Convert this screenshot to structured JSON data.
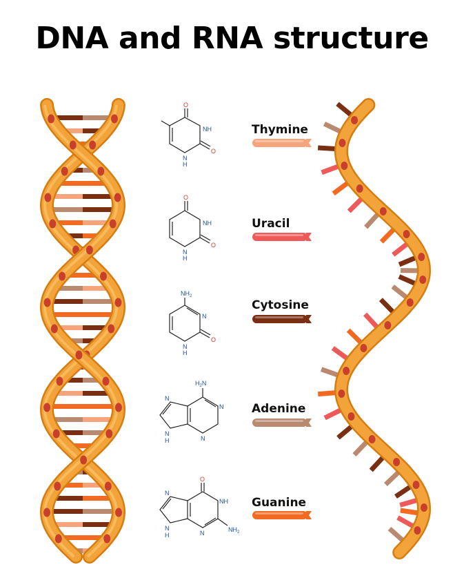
{
  "title": "DNA and RNA structure",
  "colors": {
    "backbone": "#f2a33a",
    "backbone_dark": "#d67d12",
    "node": "#c8402c",
    "thymine": "#f5a47c",
    "uracil": "#ee5a5a",
    "cytosine": "#7a2f12",
    "adenine": "#b98970",
    "guanine": "#f26a22"
  },
  "bases": [
    {
      "name": "Thymine",
      "key": "thymine",
      "atoms": {
        "o_top": "O",
        "nh": "NH",
        "o_right": "O",
        "nbottom": "N",
        "hbottom": "H"
      }
    },
    {
      "name": "Uracil",
      "key": "uracil",
      "atoms": {
        "o_top": "O",
        "nh": "NH",
        "o_right": "O",
        "nbottom": "N",
        "hbottom": "H"
      }
    },
    {
      "name": "Cytosine",
      "key": "cytosine",
      "atoms": {
        "nh2": "NH",
        "nh2_sub": "2",
        "n_right": "N",
        "o_right": "O",
        "nbottom": "N",
        "hbottom": "H"
      }
    },
    {
      "name": "Adenine",
      "key": "adenine",
      "atoms": {
        "h2n": "H",
        "h2n_sub": "2",
        "h2n_n": "N",
        "n1": "N",
        "n3": "N",
        "n7": "N",
        "n9": "N",
        "h9": "H"
      }
    },
    {
      "name": "Guanine",
      "key": "guanine",
      "atoms": {
        "o_top": "O",
        "nh": "NH",
        "n3": "N",
        "nh2": "NH",
        "nh2_sub": "2",
        "n7": "N",
        "n9": "N",
        "h9": "H"
      }
    }
  ]
}
